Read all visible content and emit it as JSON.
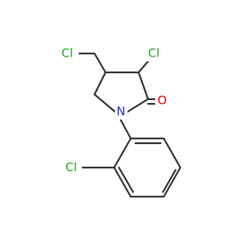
{
  "molecule": {
    "atoms": [
      {
        "id": "cl_methyl",
        "text": "Cl",
        "color": "#1fa51f"
      },
      {
        "id": "cl_ring",
        "text": "Cl",
        "color": "#1fa51f"
      },
      {
        "id": "o_carbonyl",
        "text": "O",
        "color": "#e00000"
      },
      {
        "id": "n_ring",
        "text": "N",
        "color": "#2424e6"
      },
      {
        "id": "cl_aryl",
        "text": "Cl",
        "color": "#1fa51f"
      }
    ]
  }
}
